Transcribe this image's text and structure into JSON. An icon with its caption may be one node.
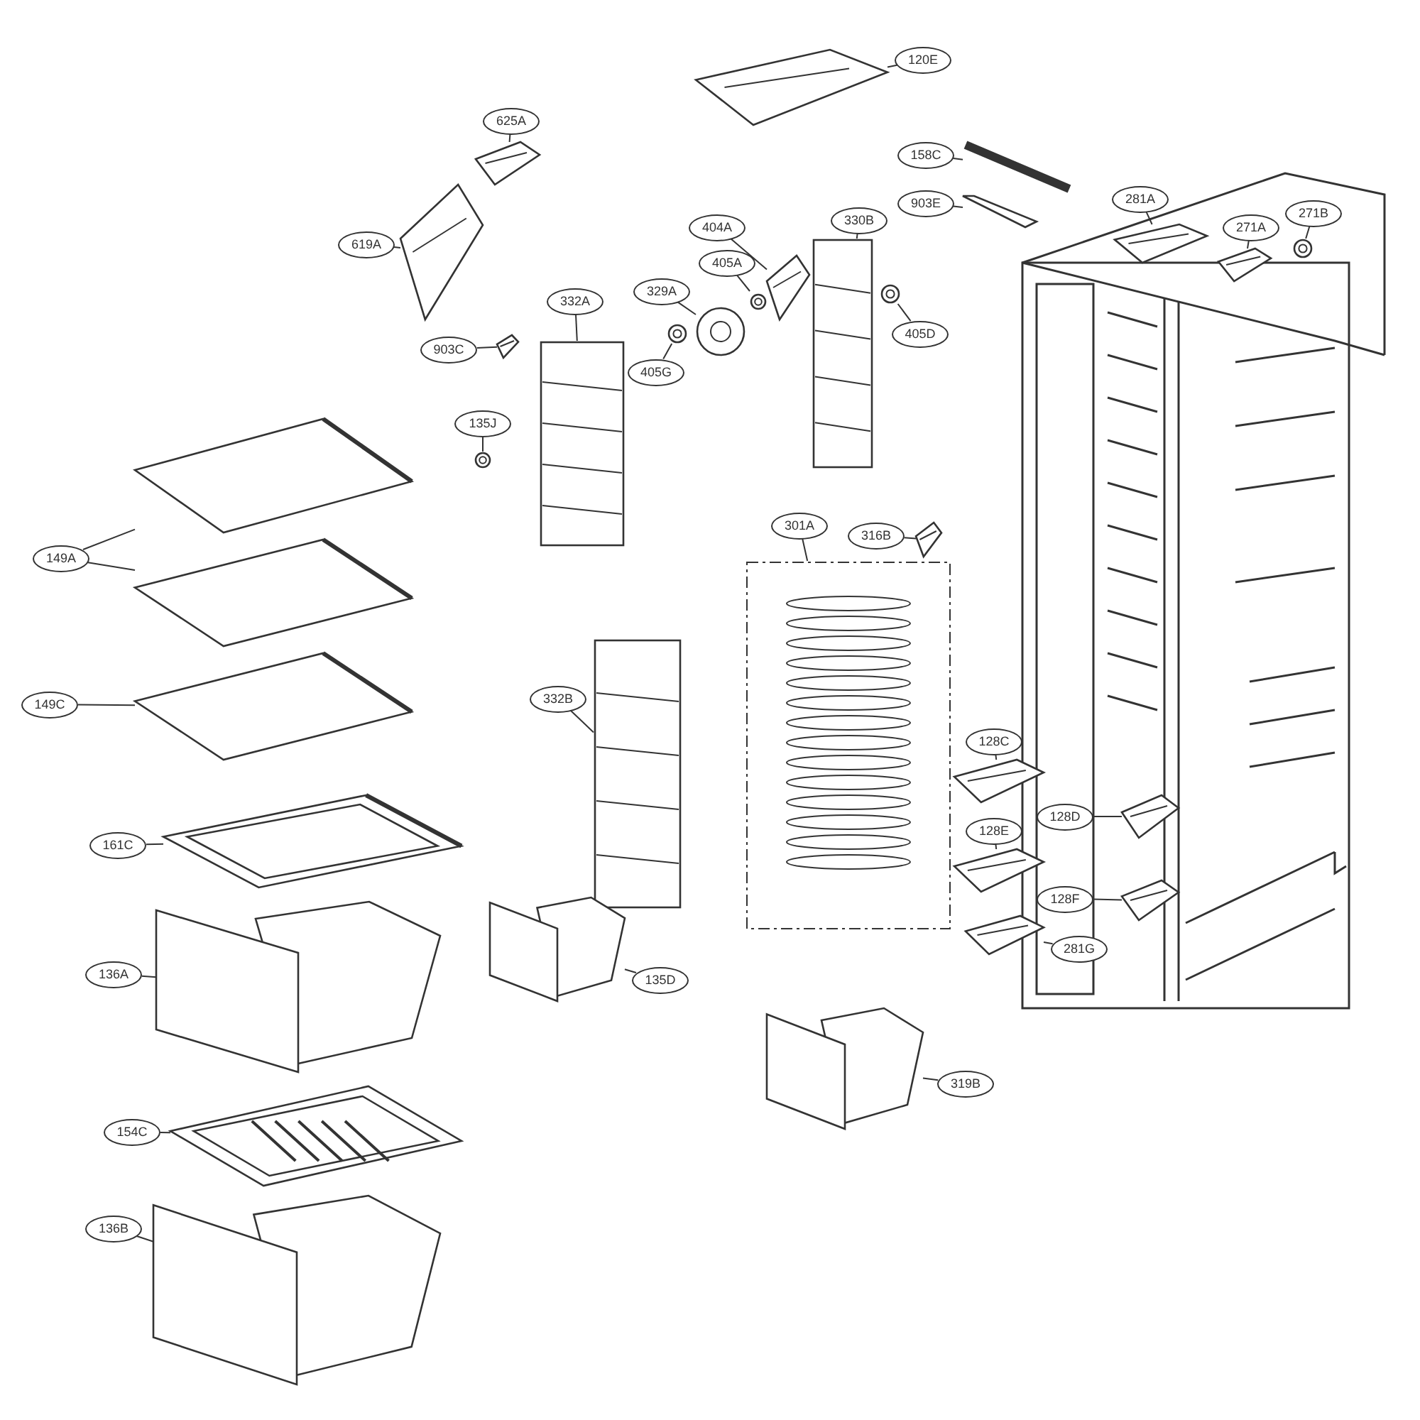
{
  "diagram": {
    "nodes": [
      {
        "text": [
          "120E"
        ]
      },
      {
        "text": [],
        "shape": "picture"
      },
      {
        "text": [
          "625A"
        ]
      },
      {
        "text": [],
        "shape": "picture"
      },
      {
        "text": [
          "158C"
        ]
      },
      {
        "text": [],
        "shape": "picture"
      },
      {
        "text": [
          "903E"
        ]
      },
      {
        "text": [],
        "shape": "picture"
      },
      {
        "text": [
          "281A"
        ]
      },
      {
        "text": [],
        "shape": "picture"
      },
      {
        "text": [
          "271A"
        ]
      },
      {
        "text": [],
        "shape": "picture"
      },
      {
        "text": [
          "271B"
        ]
      },
      {
        "text": [],
        "shape": "picture"
      },
      {
        "text": [
          "619A"
        ]
      },
      {
        "text": [],
        "shape": "picture"
      },
      {
        "text": [
          "404A"
        ]
      },
      {
        "text": [],
        "shape": "picture"
      },
      {
        "text": [
          "330B"
        ]
      },
      {
        "text": [],
        "shape": "picture"
      },
      {
        "text": [
          "329A"
        ]
      },
      {
        "text": [],
        "shape": "picture"
      },
      {
        "text": [
          "405A"
        ]
      },
      {
        "text": [],
        "shape": "picture"
      },
      {
        "text": [
          "405D"
        ]
      },
      {
        "text": [],
        "shape": "picture"
      },
      {
        "text": [
          "332A"
        ]
      },
      {
        "text": [],
        "shape": "picture"
      },
      {
        "text": [
          "903C"
        ]
      },
      {
        "text": [],
        "shape": "picture"
      },
      {
        "text": [
          "405G"
        ]
      },
      {
        "text": [],
        "shape": "picture"
      },
      {
        "text": [
          "135J"
        ]
      },
      {
        "text": [],
        "shape": "picture"
      },
      {
        "text": [
          "149A"
        ]
      },
      {
        "text": [],
        "shape": "picture"
      },
      {
        "text": [],
        "shape": "picture"
      },
      {
        "text": [
          "301A"
        ]
      },
      {
        "text": [],
        "shape": "picture"
      },
      {
        "text": [
          "316B"
        ]
      },
      {
        "text": [],
        "shape": "picture"
      },
      {
        "text": [
          "332B"
        ]
      },
      {
        "text": [],
        "shape": "picture"
      },
      {
        "text": [
          "149C"
        ]
      },
      {
        "text": [],
        "shape": "picture"
      },
      {
        "text": [
          "128C"
        ]
      },
      {
        "text": [],
        "shape": "picture"
      },
      {
        "text": [
          "128D"
        ]
      },
      {
        "text": [],
        "shape": "picture"
      },
      {
        "text": [
          "161C"
        ]
      },
      {
        "text": [],
        "shape": "picture"
      },
      {
        "text": [
          "128E"
        ]
      },
      {
        "text": [],
        "shape": "picture"
      },
      {
        "text": [
          "128F"
        ]
      },
      {
        "text": [],
        "shape": "picture"
      },
      {
        "text": [
          "281G"
        ]
      },
      {
        "text": [],
        "shape": "picture"
      },
      {
        "text": [
          "136A"
        ]
      },
      {
        "text": [],
        "shape": "picture"
      },
      {
        "text": [
          "135D"
        ]
      },
      {
        "text": [],
        "shape": "picture"
      },
      {
        "text": [
          "319B"
        ]
      },
      {
        "text": [],
        "shape": "picture"
      },
      {
        "text": [
          "154C"
        ]
      },
      {
        "text": [],
        "shape": "picture"
      },
      {
        "text": [
          "136B"
        ]
      },
      {
        "text": [],
        "shape": "picture"
      }
    ],
    "edges": [
      {
        "from": 0,
        "to": 1,
        "arrow": "none"
      },
      {
        "from": 2,
        "to": 3,
        "arrow": "none"
      },
      {
        "from": 4,
        "to": 5,
        "arrow": "none"
      },
      {
        "from": 6,
        "to": 7,
        "arrow": "none"
      },
      {
        "from": 8,
        "to": 9,
        "arrow": "none"
      },
      {
        "from": 10,
        "to": 11,
        "arrow": "none"
      },
      {
        "from": 12,
        "to": 13,
        "arrow": "none"
      },
      {
        "from": 14,
        "to": 15,
        "arrow": "none"
      },
      {
        "from": 16,
        "to": 17,
        "arrow": "none"
      },
      {
        "from": 18,
        "to": 19,
        "arrow": "none"
      },
      {
        "from": 20,
        "to": 21,
        "arrow": "none"
      },
      {
        "from": 22,
        "to": 23,
        "arrow": "none"
      },
      {
        "from": 24,
        "to": 25,
        "arrow": "none"
      },
      {
        "from": 26,
        "to": 27,
        "arrow": "none"
      },
      {
        "from": 28,
        "to": 29,
        "arrow": "none"
      },
      {
        "from": 30,
        "to": 31,
        "arrow": "none"
      },
      {
        "from": 32,
        "to": 33,
        "arrow": "none"
      },
      {
        "from": 34,
        "to": 35,
        "arrow": "none"
      },
      {
        "from": 34,
        "to": 36,
        "arrow": "none"
      },
      {
        "from": 37,
        "to": 38,
        "arrow": "none"
      },
      {
        "from": 39,
        "to": 40,
        "arrow": "none"
      },
      {
        "from": 41,
        "to": 42,
        "arrow": "none"
      },
      {
        "from": 43,
        "to": 44,
        "arrow": "none"
      },
      {
        "from": 45,
        "to": 46,
        "arrow": "none"
      },
      {
        "from": 47,
        "to": 48,
        "arrow": "none"
      },
      {
        "from": 49,
        "to": 50,
        "arrow": "none"
      },
      {
        "from": 51,
        "to": 52,
        "arrow": "none"
      },
      {
        "from": 53,
        "to": 54,
        "arrow": "none"
      },
      {
        "from": 55,
        "to": 56,
        "arrow": "none"
      },
      {
        "from": 57,
        "to": 58,
        "arrow": "none"
      },
      {
        "from": 59,
        "to": 60,
        "arrow": "none"
      },
      {
        "from": 61,
        "to": 62,
        "arrow": "none"
      },
      {
        "from": 63,
        "to": 64,
        "arrow": "none"
      },
      {
        "from": 65,
        "to": 66,
        "arrow": "none"
      }
    ]
  }
}
